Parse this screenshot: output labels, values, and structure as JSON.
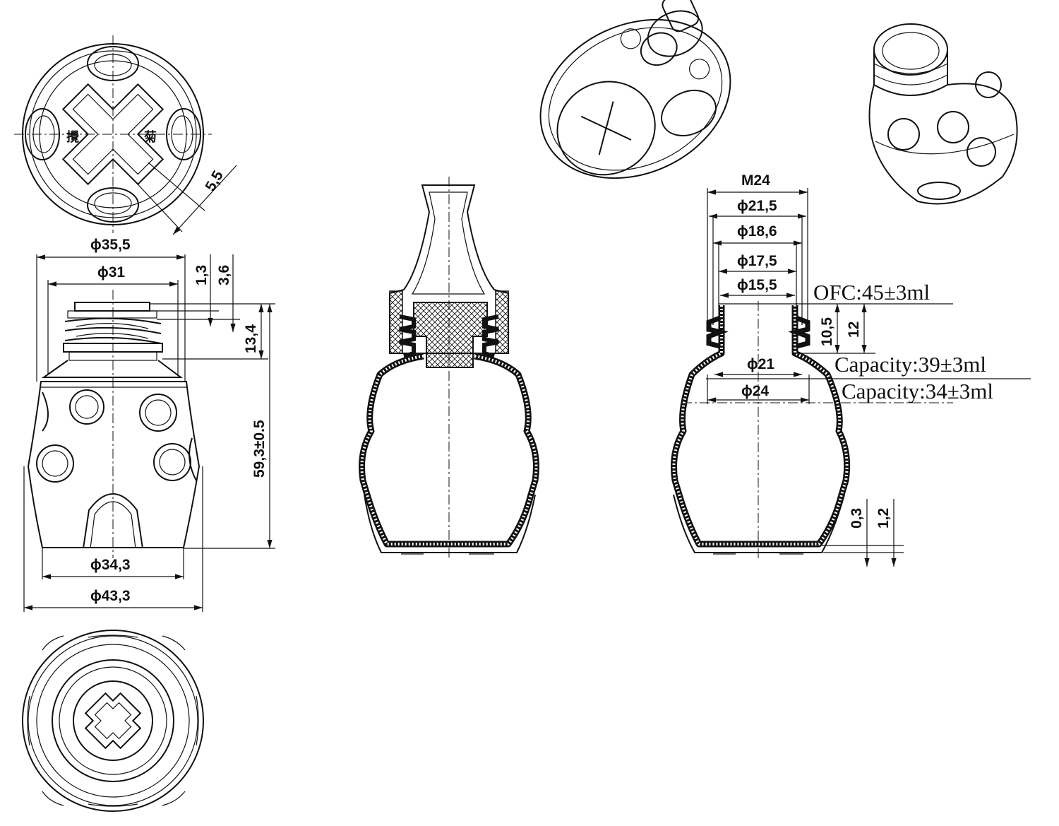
{
  "top_view": {
    "glyph_left": "攪",
    "glyph_right": "菊",
    "dim_rib": "5,5"
  },
  "front_view": {
    "dim_outer_top": "ϕ35,5",
    "dim_neck": "ϕ31",
    "dim_base_inner": "ϕ34,3",
    "dim_base_outer": "ϕ43,3",
    "dim_h1": "1,3",
    "dim_h2": "3,6",
    "dim_h3": "13,4",
    "dim_total_height": "59,3±0.5"
  },
  "section_view": {
    "dim_thread": "M24",
    "dim_d1": "ϕ21,5",
    "dim_d2": "ϕ18,6",
    "dim_d3": "ϕ17,5",
    "dim_d4": "ϕ15,5",
    "dim_d5": "ϕ21",
    "dim_d6": "ϕ24",
    "dim_h_a": "10,5",
    "dim_h_b": "12",
    "dim_base_a": "0,3",
    "dim_base_b": "1,2",
    "ofc": "OFC:45±3ml",
    "capacity_1": "Capacity:39±3ml",
    "capacity_2": "Capacity:34±3ml"
  }
}
